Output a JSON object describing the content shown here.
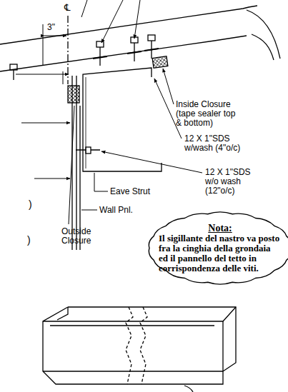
{
  "diagram": {
    "nodes": [
      {
        "text": [
          "Nota:",
          "Il sigillante del nastro va posto fra la cinghia della grondaia ed il pannello del tetto in corrispondenza delle viti."
        ]
      }
    ],
    "labels": [
      "℄",
      "3\"",
      "Inside Closure (tape sealer top & bottom)",
      "12 X 1\"SDS w/wash (4\"o/c)",
      "12 X 1\"SDS w/o wash (12\"o/c)",
      "Eave Strut",
      "Wall Pnl.",
      "Outside Closure",
      ")",
      ")"
    ]
  }
}
